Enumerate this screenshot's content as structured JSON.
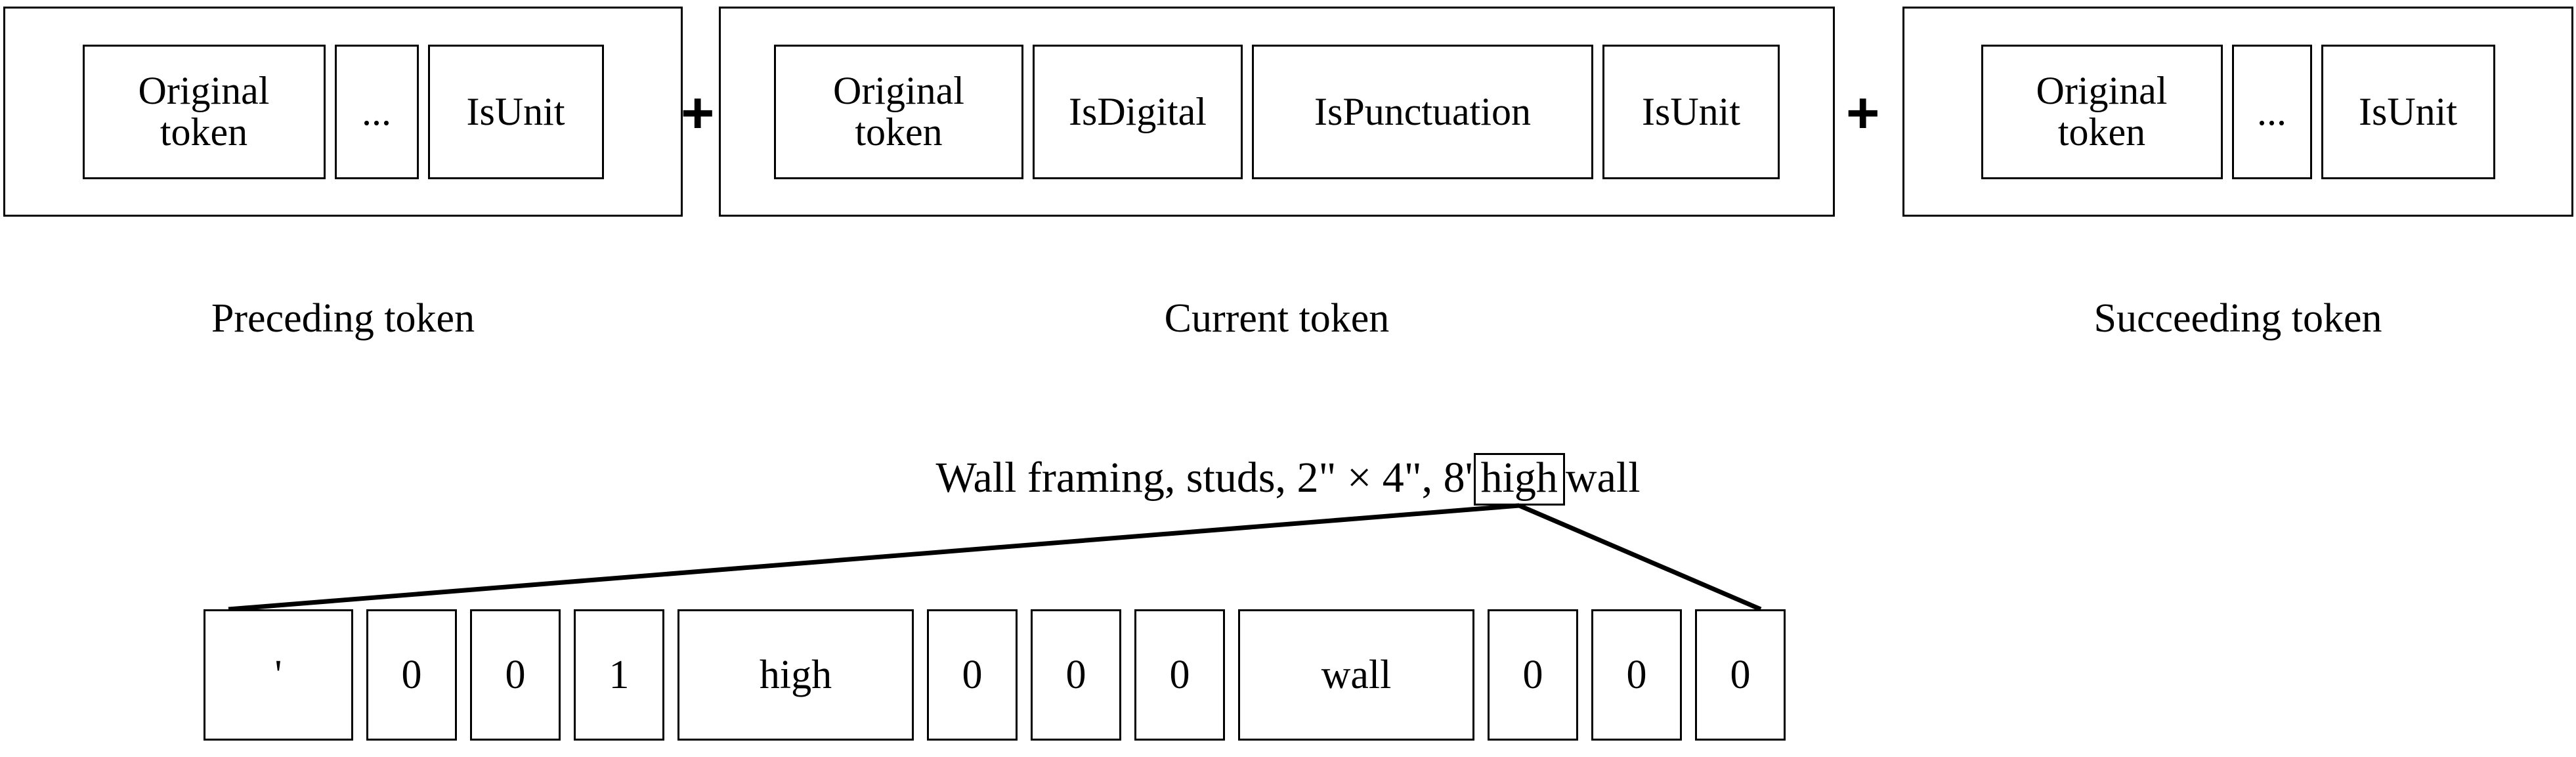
{
  "feature_groups": [
    {
      "name": "preceding",
      "caption": "Preceding token",
      "cells": [
        {
          "label": "Original\ntoken",
          "kind": "wide"
        },
        {
          "label": "...",
          "kind": "narrow"
        },
        {
          "label": "IsUnit",
          "kind": "wide"
        }
      ]
    },
    {
      "name": "current",
      "caption": "Current token",
      "cells": [
        {
          "label": "Original\ntoken",
          "kind": "wide"
        },
        {
          "label": "IsDigital",
          "kind": "wide"
        },
        {
          "label": "IsPunctuation",
          "kind": "wide"
        },
        {
          "label": "IsUnit",
          "kind": "wide"
        }
      ]
    },
    {
      "name": "succeeding",
      "caption": "Succeeding token",
      "cells": [
        {
          "label": "Original\ntoken",
          "kind": "wide"
        },
        {
          "label": "...",
          "kind": "narrow"
        },
        {
          "label": "IsUnit",
          "kind": "wide"
        }
      ]
    }
  ],
  "operators": {
    "plus_left": "+",
    "plus_right": "+"
  },
  "example": {
    "sentence_before": "Wall framing, studs, 2\" × 4\", 8'",
    "highlighted_token": "high",
    "sentence_after": "wall"
  },
  "token_sequence": {
    "values": [
      "'",
      "0",
      "0",
      "1",
      "high",
      "0",
      "0",
      "0",
      "wall",
      "0",
      "0",
      "0"
    ]
  },
  "colors": {
    "stroke": "#000000",
    "background": "#ffffff"
  }
}
